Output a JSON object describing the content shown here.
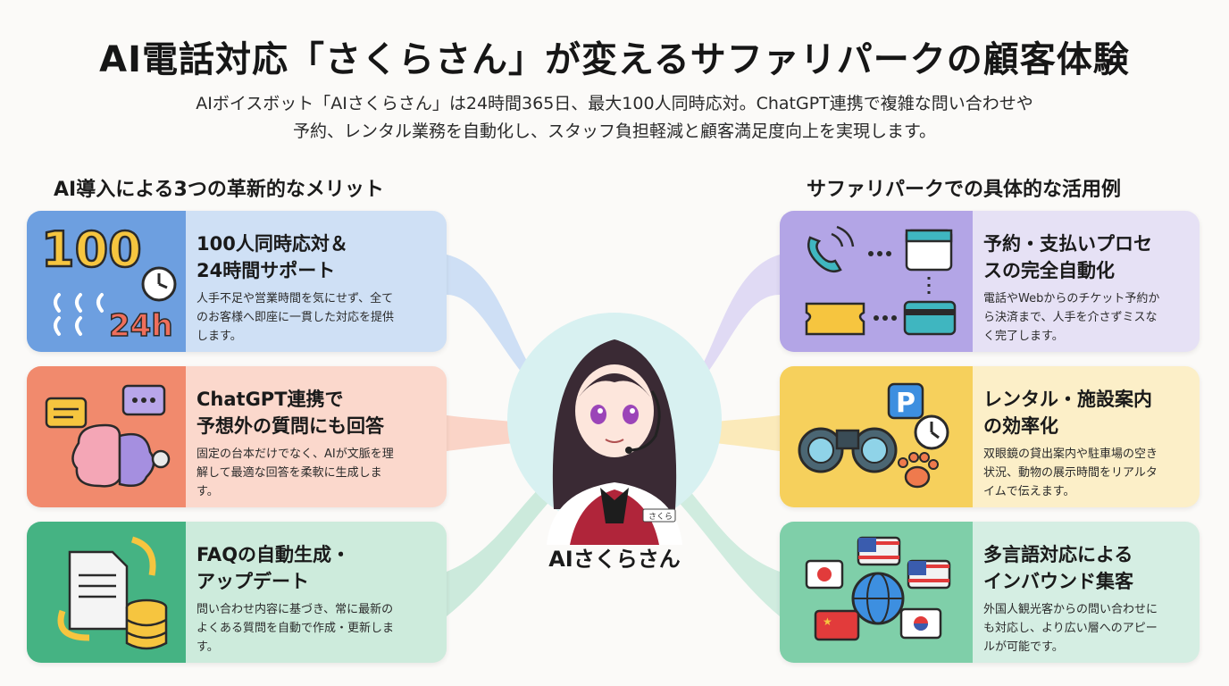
{
  "title": "AI電話対応「さくらさん」が変えるサファリパークの顧客体験",
  "subtitle": {
    "line1": "AIボイスボット「AIさくらさん」は24時間365日、最大100人同時応対。ChatGPT連携で複雑な問い合わせや",
    "line2": "予約、レンタル業務を自動化し、スタッフ負担軽減と顧客満足度向上を実現します。"
  },
  "left_section": {
    "heading": "AI導入による3つの革新的なメリット",
    "cards": [
      {
        "title": "100人同時応対＆\n24時間サポート",
        "body": "人手不足や営業時間を気にせず、全て\nのお客様へ即座に一貫した対応を提供\nします。",
        "icon_text_top": "100",
        "icon_text_bottom": "24h",
        "icon": "phones-clock-icon",
        "color": "#6d9fe0"
      },
      {
        "title": "ChatGPT連携で\n予想外の質問にも回答",
        "body": "固定の台本だけでなく、AIが文脈を理\n解して最適な回答を柔軟に生成しま\nす。",
        "icon": "brain-chat-icon",
        "color": "#f18a6d"
      },
      {
        "title": "FAQの自動生成・\nアップデート",
        "body": "問い合わせ内容に基づき、常に最新の\nよくある質問を自動で作成・更新しま\nす。",
        "icon": "document-database-icon",
        "color": "#45b383"
      }
    ]
  },
  "right_section": {
    "heading": "サファリパークでの具体的な活用例",
    "cards": [
      {
        "title": "予約・支払いプロセ\nスの完全自動化",
        "body": "電話やWebからのチケット予約か\nら決済まで、人手を介さずミスな\nく完了します。",
        "icon": "phone-calendar-ticket-card-icon",
        "color": "#b3a5e6"
      },
      {
        "title": "レンタル・施設案内\nの効率化",
        "body": "双眼鏡の貸出案内や駐車場の空き\n状況、動物の展示時間をリアルタ\nイムで伝えます。",
        "icon_text": "P",
        "icon": "binoculars-parking-clock-paw-icon",
        "color": "#f6d05c"
      },
      {
        "title": "多言語対応による\nインバウンド集客",
        "body": "外国人観光客からの問い合わせに\nも対応し、より広い層へのアピー\nルが可能です。",
        "icon": "globe-flags-icon",
        "color": "#7fcfa9"
      }
    ]
  },
  "center": {
    "name": "AIさくらさん",
    "badge": "さくら"
  }
}
